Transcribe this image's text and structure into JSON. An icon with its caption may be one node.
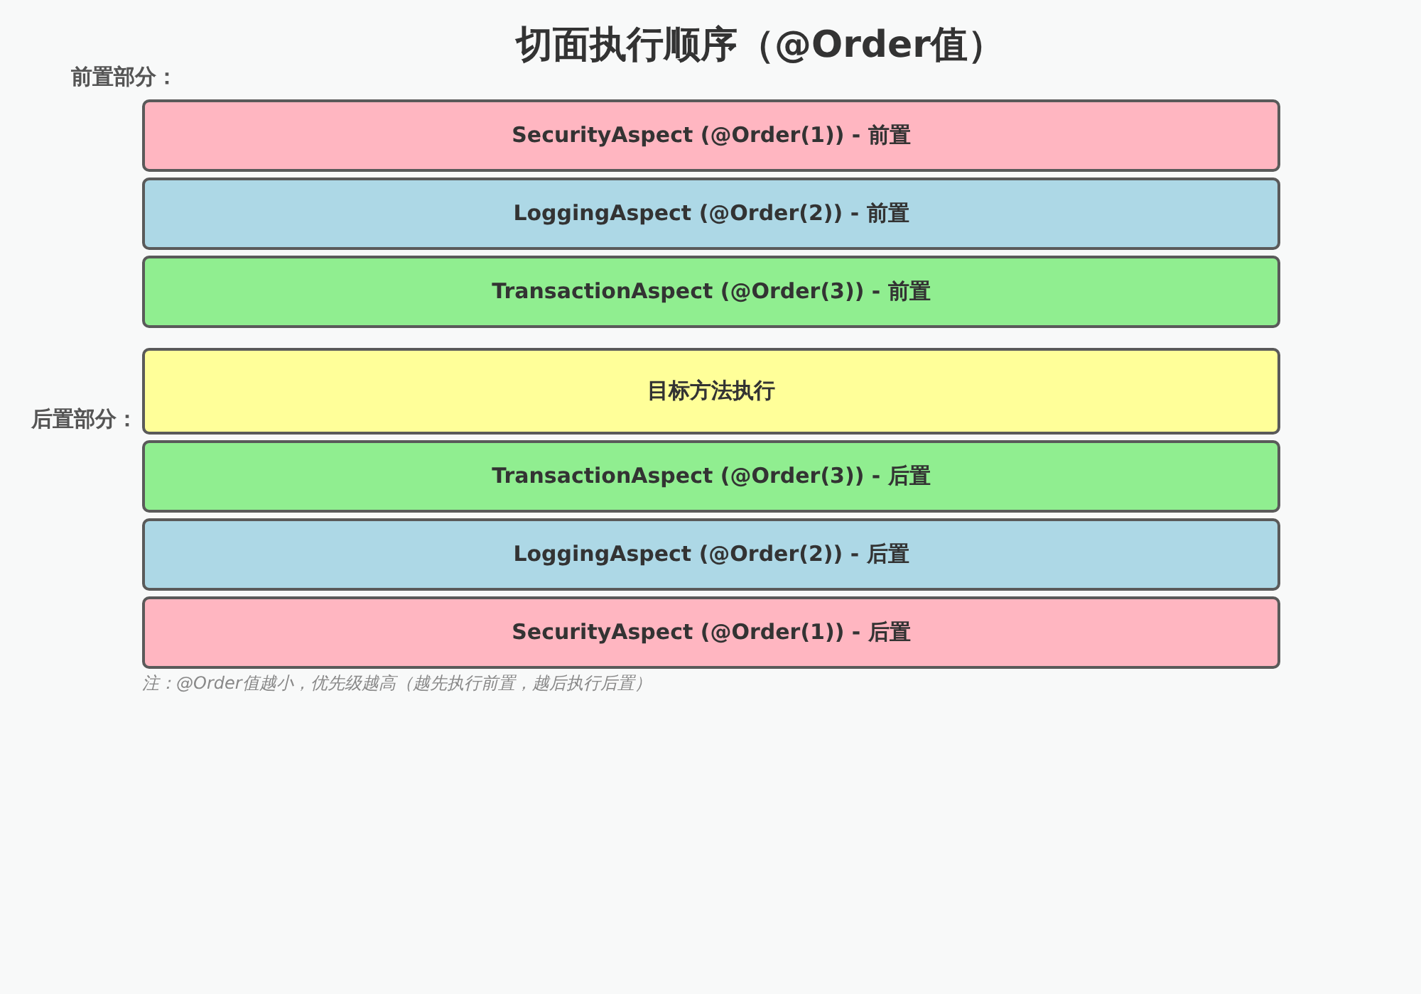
{
  "diagram": {
    "title": "切面执行顺序（@Order值）",
    "nodes": [
      {
        "text": [
          "SecurityAspect (@Order(1)) - 前置"
        ]
      },
      {
        "text": [
          "LoggingAspect (@Order(2)) - 前置"
        ]
      },
      {
        "text": [
          "TransactionAspect (@Order(3)) - 前置"
        ]
      },
      {
        "text": [
          "目标方法执行"
        ]
      },
      {
        "text": [
          "TransactionAspect (@Order(3)) - 后置"
        ]
      },
      {
        "text": [
          "LoggingAspect (@Order(2)) - 后置"
        ]
      },
      {
        "text": [
          "SecurityAspect (@Order(1)) - 后置"
        ]
      }
    ],
    "labels": [
      "前置部分：",
      "后置部分：",
      "注：@Order值越小，优先级越高（越先执行前置，越后执行后置）"
    ]
  }
}
